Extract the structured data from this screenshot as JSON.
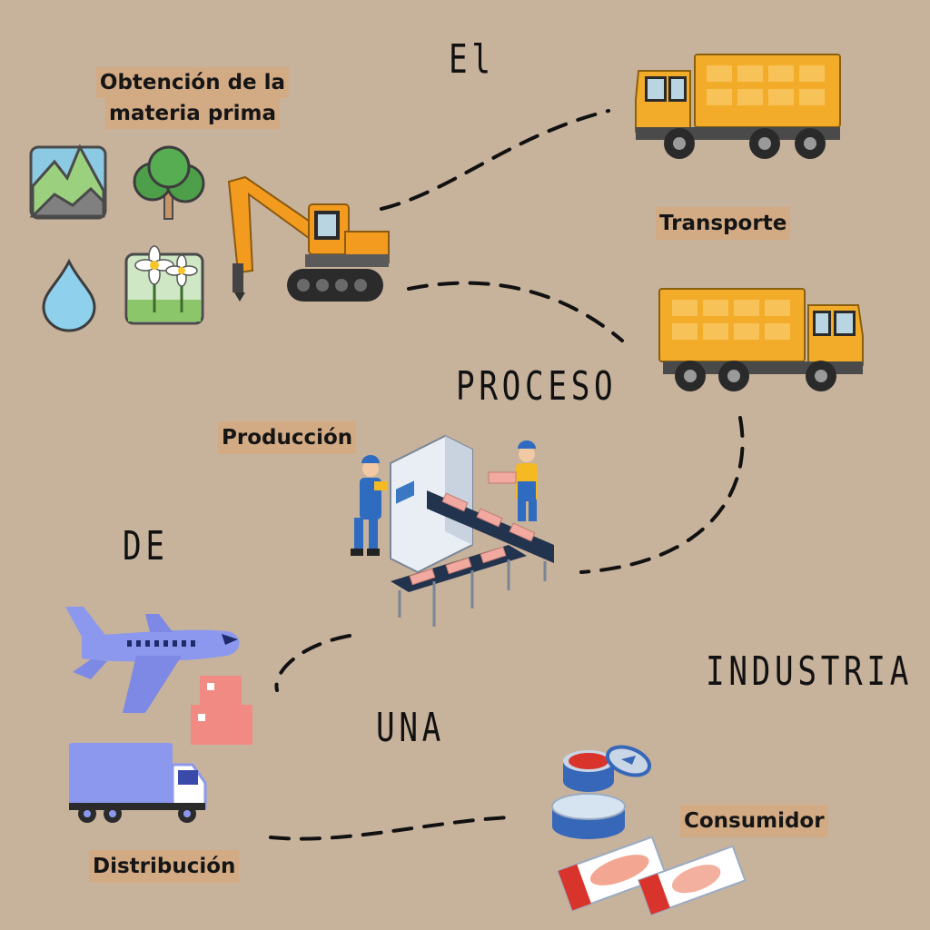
{
  "title_words": [
    "El",
    "PROCESO",
    "DE",
    "UNA",
    "INDUSTRIA"
  ],
  "stages": {
    "materia_prima_line1": "Obtención de la",
    "materia_prima_line2": "materia prima",
    "transporte": "Transporte",
    "produccion": "Producción",
    "distribucion": "Distribución",
    "consumidor": "Consumidor"
  },
  "colors": {
    "background": "#c7b29c",
    "label_bg": "#d2ab85",
    "truck_orange": "#f3ac2a",
    "excavator_orange": "#f39b1f",
    "plane_blue": "#8c98ee",
    "path_line": "#111111"
  },
  "icons": [
    "mountain-icon",
    "tree-icon",
    "water-drop-icon",
    "flowers-icon",
    "excavator-icon",
    "dump-truck-icon",
    "conveyor-factory-icon",
    "airplane-icon",
    "parcel-boxes-icon",
    "delivery-truck-icon",
    "canned-fish-icon"
  ]
}
